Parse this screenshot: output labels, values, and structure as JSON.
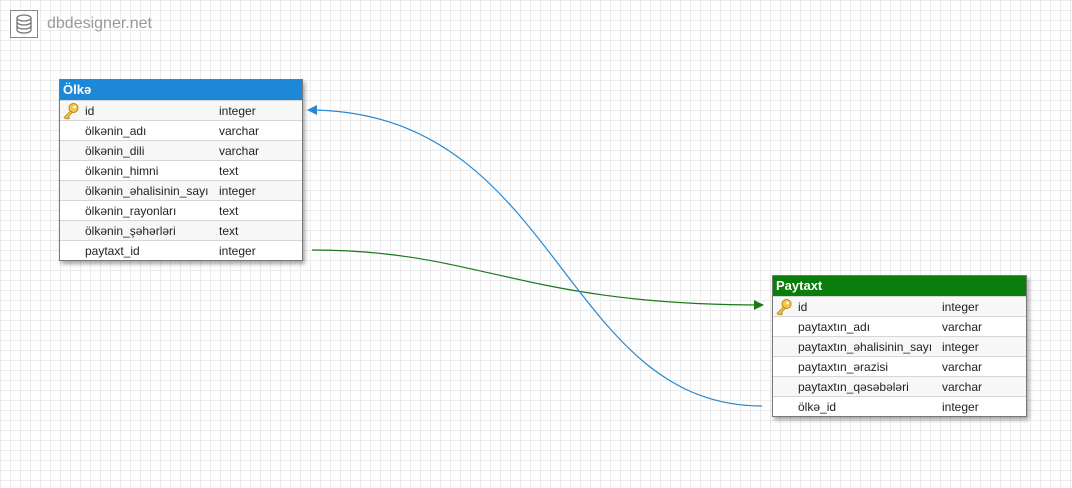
{
  "brand": {
    "name": "dbdesigner.net",
    "icon": "database-icon"
  },
  "tables": [
    {
      "name": "Ölkə",
      "header_color": "#1e88d8",
      "fields": [
        {
          "name": "id",
          "type": "integer",
          "primary_key": true
        },
        {
          "name": "ölkənin_adı",
          "type": "varchar"
        },
        {
          "name": "ölkənin_dili",
          "type": "varchar"
        },
        {
          "name": "ölkənin_himni",
          "type": "text"
        },
        {
          "name": "ölkənin_əhalisinin_sayı",
          "type": "integer"
        },
        {
          "name": "ölkənin_rayonları",
          "type": "text"
        },
        {
          "name": "ölkənin_şəhərləri",
          "type": "text"
        },
        {
          "name": "paytaxt_id",
          "type": "integer"
        }
      ]
    },
    {
      "name": "Paytaxt",
      "header_color": "#0a7d0a",
      "fields": [
        {
          "name": "id",
          "type": "integer",
          "primary_key": true
        },
        {
          "name": "paytaxtın_adı",
          "type": "varchar"
        },
        {
          "name": "paytaxtın_əhalisinin_sayı",
          "type": "integer"
        },
        {
          "name": "paytaxtın_ərazisi",
          "type": "varchar"
        },
        {
          "name": "paytaxtın_qəsəbələri",
          "type": "varchar"
        },
        {
          "name": "ölkə_id",
          "type": "integer"
        }
      ]
    }
  ],
  "relations": [
    {
      "from": "Ölkə.paytaxt_id",
      "to": "Paytaxt.id",
      "color": "#1a7a1a"
    },
    {
      "from": "Paytaxt.ölkə_id",
      "to": "Ölkə.id",
      "color": "#2a88d0"
    }
  ]
}
